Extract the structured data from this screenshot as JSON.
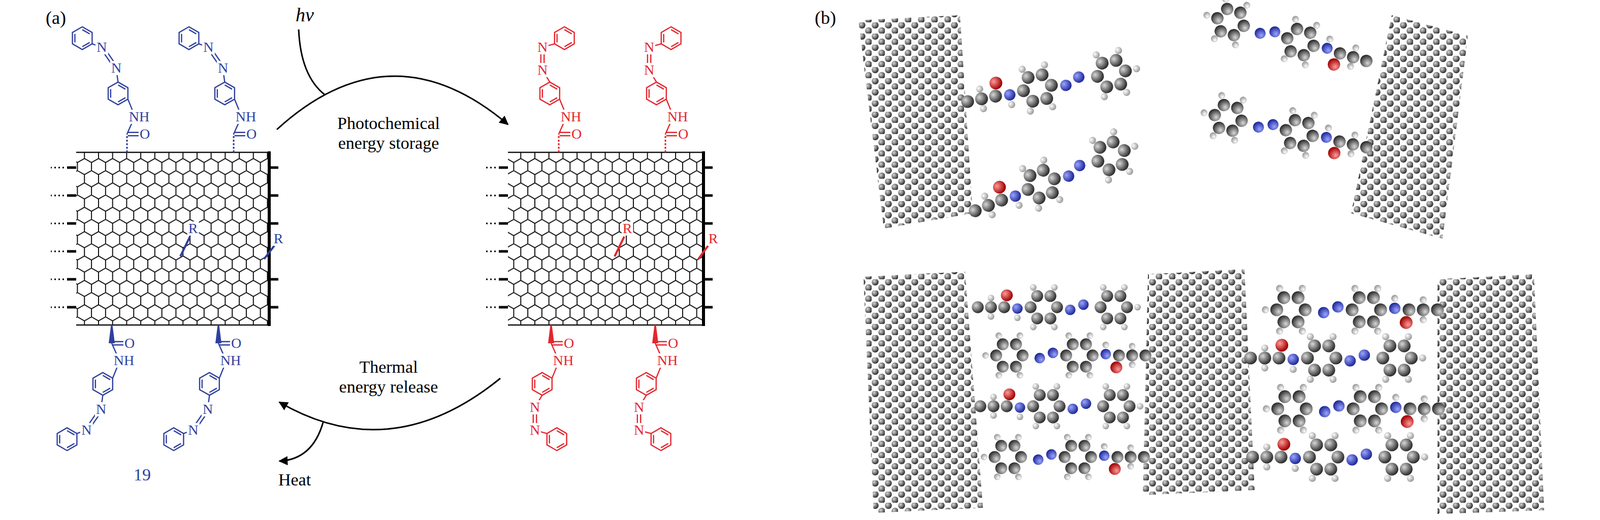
{
  "diagram": {
    "labels": [
      "(a)",
      "hν",
      "Photochemical energy storage",
      "Thermal energy release",
      "Heat",
      "19",
      "(b)",
      "N",
      "N",
      "NH",
      "O",
      "N",
      "N",
      "NH",
      "O",
      "R",
      "R",
      "O",
      "NH",
      "N",
      "N",
      "O",
      "NH",
      "N",
      "N",
      "N",
      "N",
      "NH",
      "O",
      "N",
      "N",
      "NH",
      "O",
      "R",
      "R",
      "O",
      "NH",
      "N",
      "N",
      "O",
      "NH",
      "N",
      "N"
    ]
  }
}
